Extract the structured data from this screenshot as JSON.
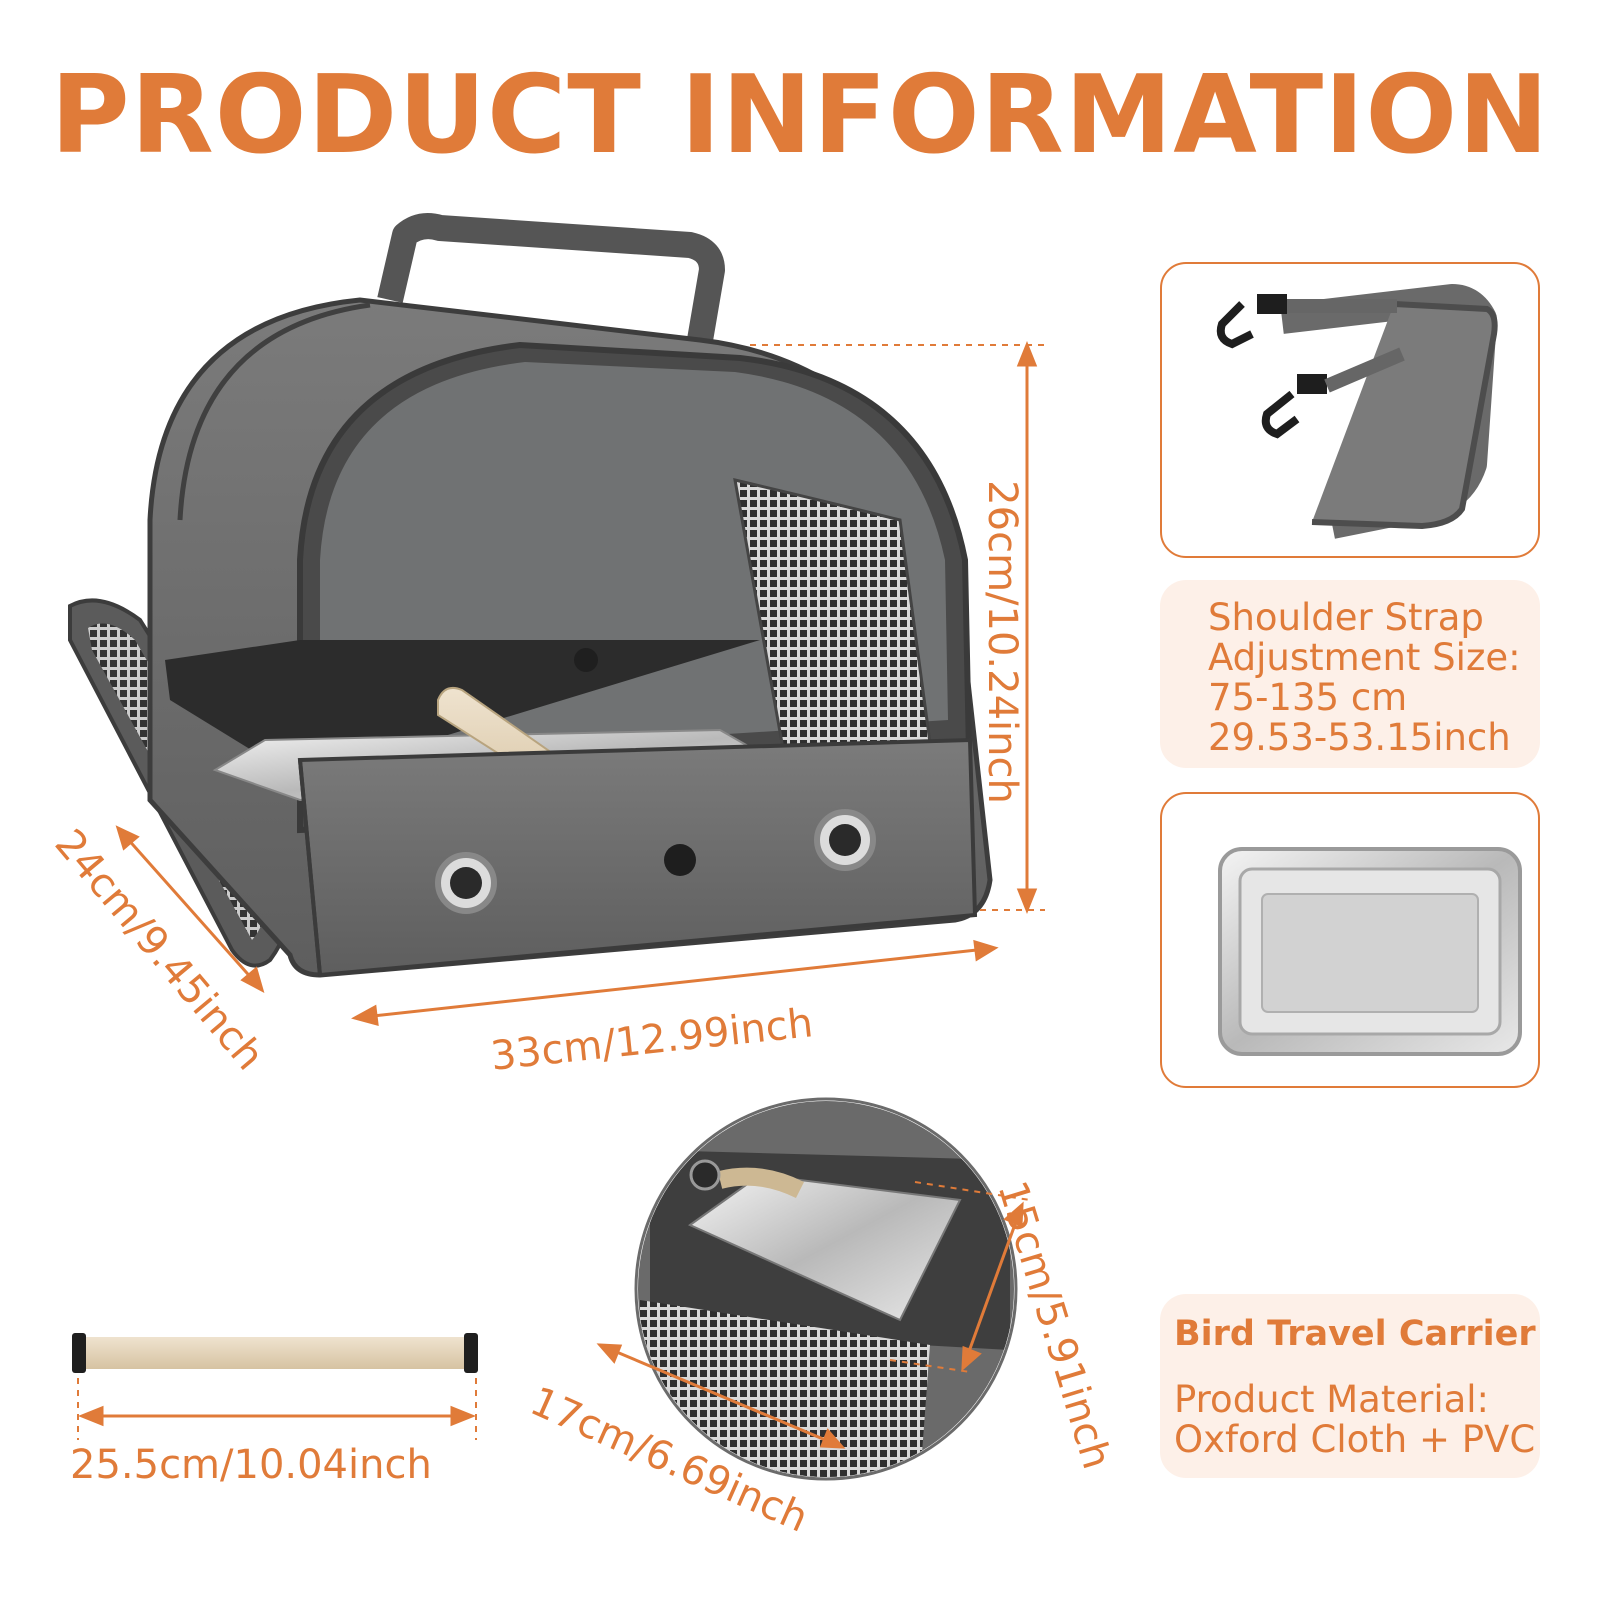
{
  "colors": {
    "accent": "#e07b39",
    "panel_fill": "#fdf0e8",
    "bag_gray": "#6e6e6e",
    "bag_dark": "#4f4f4f"
  },
  "title": "PRODUCT INFORMATION",
  "dimensions": {
    "height": "26cm/10.24inch",
    "width": "33cm/12.99inch",
    "depth": "24cm/9.45inch",
    "door_width": "17cm/6.69inch",
    "door_height": "15cm/5.91inch",
    "perch_length": "25.5cm/10.04inch"
  },
  "strap_info": {
    "lines": [
      "Shoulder Strap",
      "Adjustment Size:",
      "75-135 cm",
      "29.53-53.15inch"
    ]
  },
  "product_info": {
    "name": "Bird Travel Carrier",
    "material_lines": [
      "Product Material:",
      "Oxford Cloth + PVC"
    ]
  },
  "icons": {
    "strap": "shoulder-strap-image",
    "tray": "stainless-tray-image",
    "perch": "wooden-perch-image",
    "bag": "carrier-bag-image",
    "door": "door-closeup-image"
  }
}
